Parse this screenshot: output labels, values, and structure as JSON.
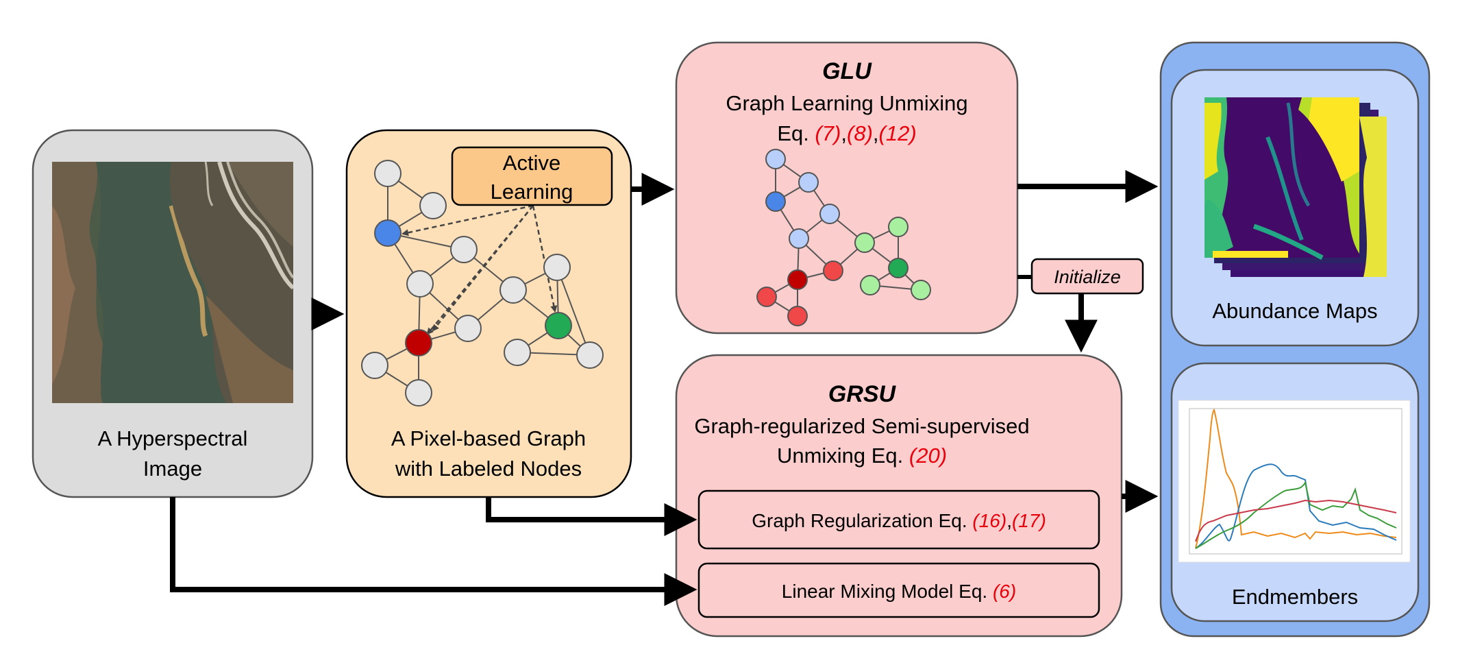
{
  "hsi_box": {
    "label_line1": "A Hyperspectral",
    "label_line2": "Image",
    "fill": "#dcdcdc"
  },
  "graph_box": {
    "label_line1": "A Pixel-based Graph",
    "label_line2": "with Labeled Nodes",
    "fill": "#fde0b8",
    "active_learning_line1": "Active",
    "active_learning_line2": "Learning"
  },
  "glu_box": {
    "title": "GLU",
    "subtitle": "Graph Learning Unmixing",
    "eq_prefix": "Eq. ",
    "eq_refs": [
      "(7)",
      "(8)",
      "(12)"
    ],
    "fill": "#fccdcd"
  },
  "initialize_label": "Initialize",
  "grsu_box": {
    "title": "GRSU",
    "subtitle_line1": "Graph-regularized Semi-supervised",
    "subtitle_line2_prefix": "Unmixing Eq. ",
    "subtitle_line2_ref": "(20)",
    "graph_reg_prefix": "Graph Regularization Eq. ",
    "graph_reg_refs": [
      "(16)",
      "(17)"
    ],
    "lmm_prefix": "Linear Mixing Model Eq. ",
    "lmm_ref": "(6)",
    "fill": "#fccdcd"
  },
  "output_panel": {
    "abundance_label": "Abundance Maps",
    "endmembers_label": "Endmembers",
    "outer_fill": "#8bb3f2",
    "inner_fill": "#c5d8fb"
  },
  "node_colors": {
    "unlabeled": "#e6e6e6",
    "blue": "#4a86e8",
    "red": "#c00000",
    "green": "#22aa55",
    "light_blue": "#b7cffa",
    "light_green": "#a8f0a0",
    "light_red": "#f04848"
  },
  "icons": [
    "arrow-icon",
    "dashed-arrow-icon",
    "graph-node-icon"
  ]
}
